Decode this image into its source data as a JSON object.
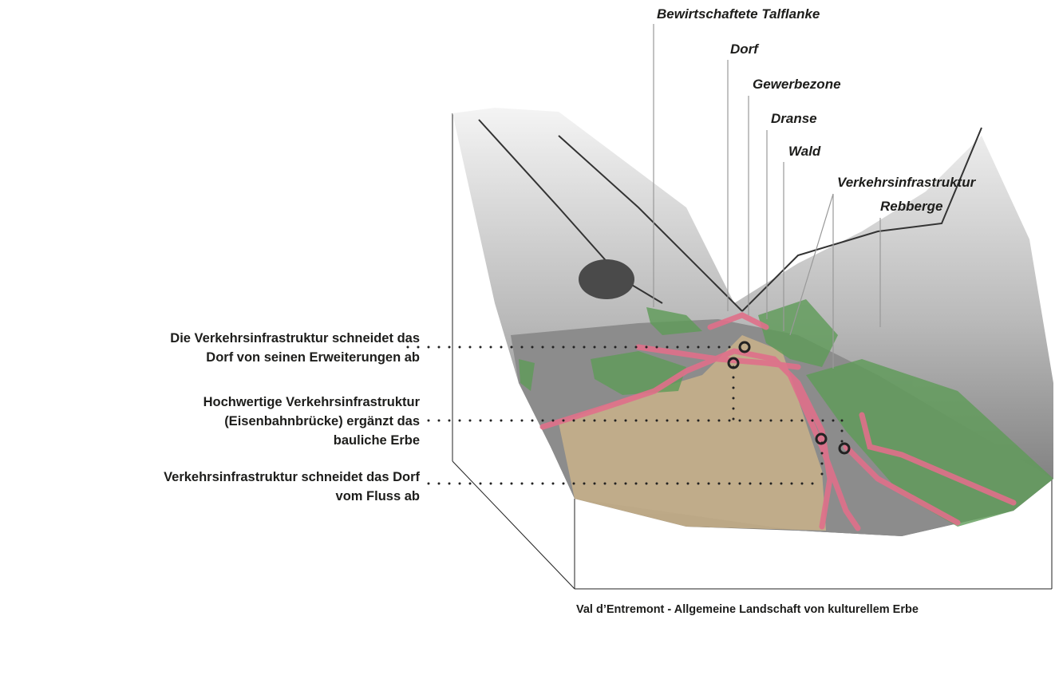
{
  "title": "Val d’Entremont - Allgemeine Landschaft von kulturellem Erbe",
  "landscape_labels": [
    "Bewirtschaftete Talflanke",
    "Dorf",
    "Gewerbezone",
    "Dranse",
    "Wald",
    "Verkehrsinfrastruktur",
    "Rebberge"
  ],
  "annotations": [
    {
      "lines": [
        "Die Verkehrsinfrastruktur schneidet das",
        "Dorf von seinen Erweiterungen ab"
      ]
    },
    {
      "lines": [
        "Hochwertige Verkehrsinfrastruktur",
        "(Eisenbahnbrücke) ergänzt das",
        "bauliche Erbe"
      ]
    },
    {
      "lines": [
        "Verkehrsinfrastruktur schneidet das Dorf",
        "vom Fluss ab"
      ]
    }
  ],
  "colors": {
    "road": "#e0708a",
    "forest": "#5e9b58",
    "village": "#c9b18a",
    "terrain": "#9a9a9a"
  }
}
